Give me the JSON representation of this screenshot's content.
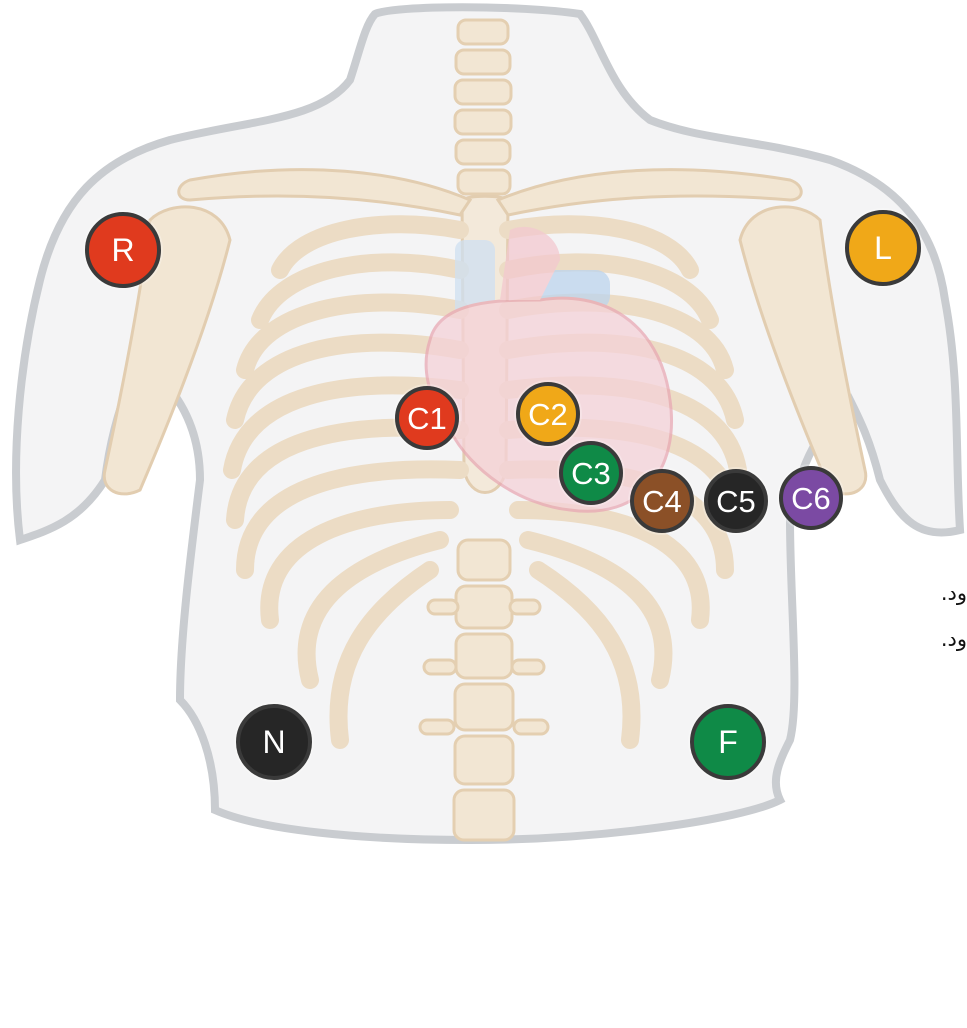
{
  "electrodes": {
    "R": {
      "label": "R",
      "color": "#e03a1e"
    },
    "L": {
      "label": "L",
      "color": "#f0a818"
    },
    "C1": {
      "label": "C1",
      "color": "#e03a1e"
    },
    "C2": {
      "label": "C2",
      "color": "#f0a818"
    },
    "C3": {
      "label": "C3",
      "color": "#0f8a47"
    },
    "C4": {
      "label": "C4",
      "color": "#8b5027"
    },
    "C5": {
      "label": "C5",
      "color": "#262626"
    },
    "C6": {
      "label": "C6",
      "color": "#7b4aa3"
    },
    "N": {
      "label": "N",
      "color": "#262626"
    },
    "F": {
      "label": "F",
      "color": "#0f8a47"
    }
  },
  "side_text": {
    "line1": "ود.",
    "line2": "ود."
  }
}
